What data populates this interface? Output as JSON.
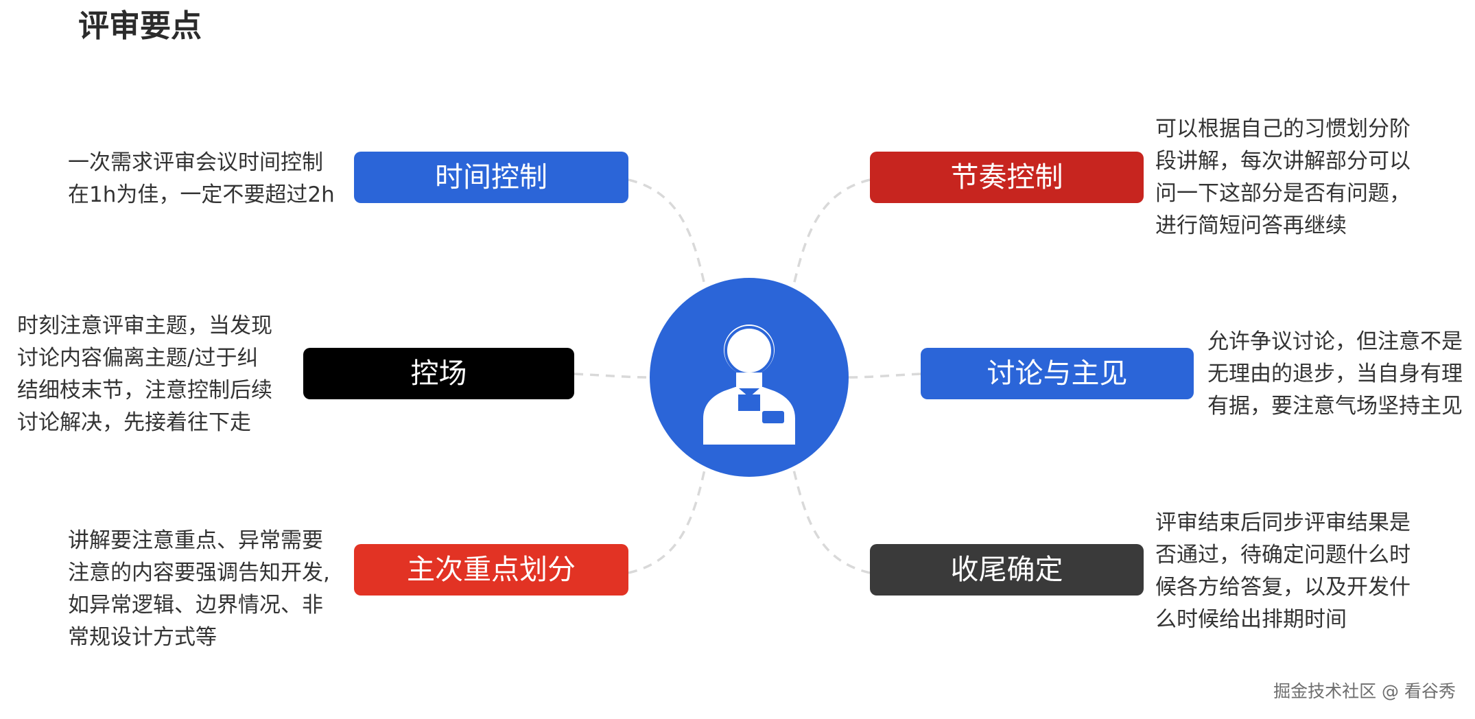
{
  "title": "评审要点",
  "center": {
    "icon": "person-icon"
  },
  "topics": [
    {
      "id": "time",
      "label": "时间控制",
      "color": "#2b65d8",
      "note": [
        "一次需求评审会议时间控制",
        "在1h为佳，一定不要超过2h"
      ]
    },
    {
      "id": "rhythm",
      "label": "节奏控制",
      "color": "#c7251f",
      "note": [
        "可以根据自己的习惯划分阶",
        "段讲解，每次讲解部分可以",
        "问一下这部分是否有问题，",
        "进行简短问答再继续"
      ]
    },
    {
      "id": "control",
      "label": "控场",
      "color": "#000000",
      "note": [
        "时刻注意评审主题，当发现",
        "讨论内容偏离主题/过于纠",
        "结细枝末节，注意控制后续",
        "讨论解决，先接着往下走"
      ]
    },
    {
      "id": "discussion",
      "label": "讨论与主见",
      "color": "#2b65d8",
      "note": [
        "允许争议讨论，但注意不是",
        "无理由的退步，当自身有理",
        "有据，要注意气场坚持主见"
      ]
    },
    {
      "id": "priority",
      "label": "主次重点划分",
      "color": "#e23324",
      "note": [
        "讲解要注意重点、异常需要",
        "注意的内容要强调告知开发,",
        "如异常逻辑、边界情况、非",
        "常规设计方式等"
      ]
    },
    {
      "id": "wrapup",
      "label": "收尾确定",
      "color": "#3a3a3a",
      "note": [
        "评审结束后同步评审结果是",
        "否通过，待确定问题什么时",
        "候各方给答复，以及开发什",
        "么时候给出排期时间"
      ]
    }
  ],
  "watermark": "掘金技术社区 @ 看谷秀"
}
